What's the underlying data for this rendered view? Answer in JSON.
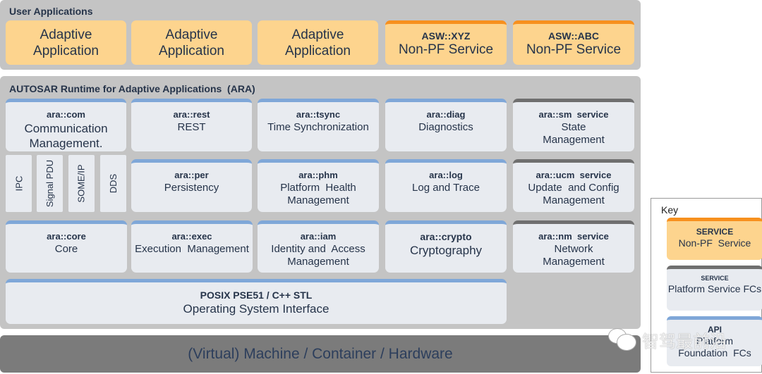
{
  "user_apps": {
    "title": "User Applications",
    "apps": [
      {
        "line1": "Adaptive",
        "line2": "Application"
      },
      {
        "line1": "Adaptive",
        "line2": "Application"
      },
      {
        "line1": "Adaptive",
        "line2": "Application"
      }
    ],
    "services": [
      {
        "key": "ASW::XYZ",
        "desc": "Non-PF Service"
      },
      {
        "key": "ASW::ABC",
        "desc": "Non-PF Service"
      }
    ]
  },
  "ara": {
    "title": "AUTOSAR Runtime for Adaptive Applications  (ARA)",
    "com": {
      "key": "ara::com",
      "line1": "Communication",
      "line2": "Management."
    },
    "com_bindings": [
      "IPC",
      "Signal PDU",
      "SOME/IP",
      "DDS"
    ],
    "rest": {
      "key": "ara::rest",
      "desc": "REST"
    },
    "tsync": {
      "key": "ara::tsync",
      "desc": "Time Synchronization"
    },
    "diag": {
      "key": "ara::diag",
      "desc": "Diagnostics"
    },
    "sm": {
      "key": "ara::sm  service",
      "line1": "State",
      "line2": "Management"
    },
    "per": {
      "key": "ara::per",
      "desc": "Persistency"
    },
    "phm": {
      "key": "ara::phm",
      "line1": "Platform  Health",
      "line2": "Management"
    },
    "log": {
      "key": "ara::log",
      "desc": "Log and Trace"
    },
    "ucm": {
      "key": "ara::ucm  service",
      "line1": "Update  and Config",
      "line2": "Management"
    },
    "core": {
      "key": "ara::core",
      "desc": "Core"
    },
    "exec": {
      "key": "ara::exec",
      "desc": "Execution  Management"
    },
    "iam": {
      "key": "ara::iam",
      "line1": "Identity and  Access",
      "line2": "Management"
    },
    "crypto": {
      "key": "ara::crypto",
      "desc": "Cryptography"
    },
    "nm": {
      "key": "ara::nm  service",
      "line1": "Network",
      "line2": "Management"
    },
    "os": {
      "key": "POSIX PSE51 / C++ STL",
      "desc": "Operating System Interface"
    }
  },
  "hardware": {
    "label": "(Virtual) Machine / Container / Hardware"
  },
  "key_legend": {
    "title": "Key",
    "items": [
      {
        "key": "SERVICE",
        "desc": "Non-PF  Service"
      },
      {
        "key": "SERVICE",
        "desc": "Platform Service FCs"
      },
      {
        "key": "API",
        "line1": "Platform",
        "line2": "Foundation  FCs"
      }
    ]
  },
  "watermark": {
    "text": "智驾最前沿"
  },
  "colors": {
    "app_fill": "#fdd48e",
    "service_accent": "#f7901e",
    "foundation_accent": "#7fa7d8",
    "platform_service_accent": "#6f6f6f",
    "layer_bg": "#c4c4c4",
    "hardware_bg": "#7b7b7b"
  }
}
